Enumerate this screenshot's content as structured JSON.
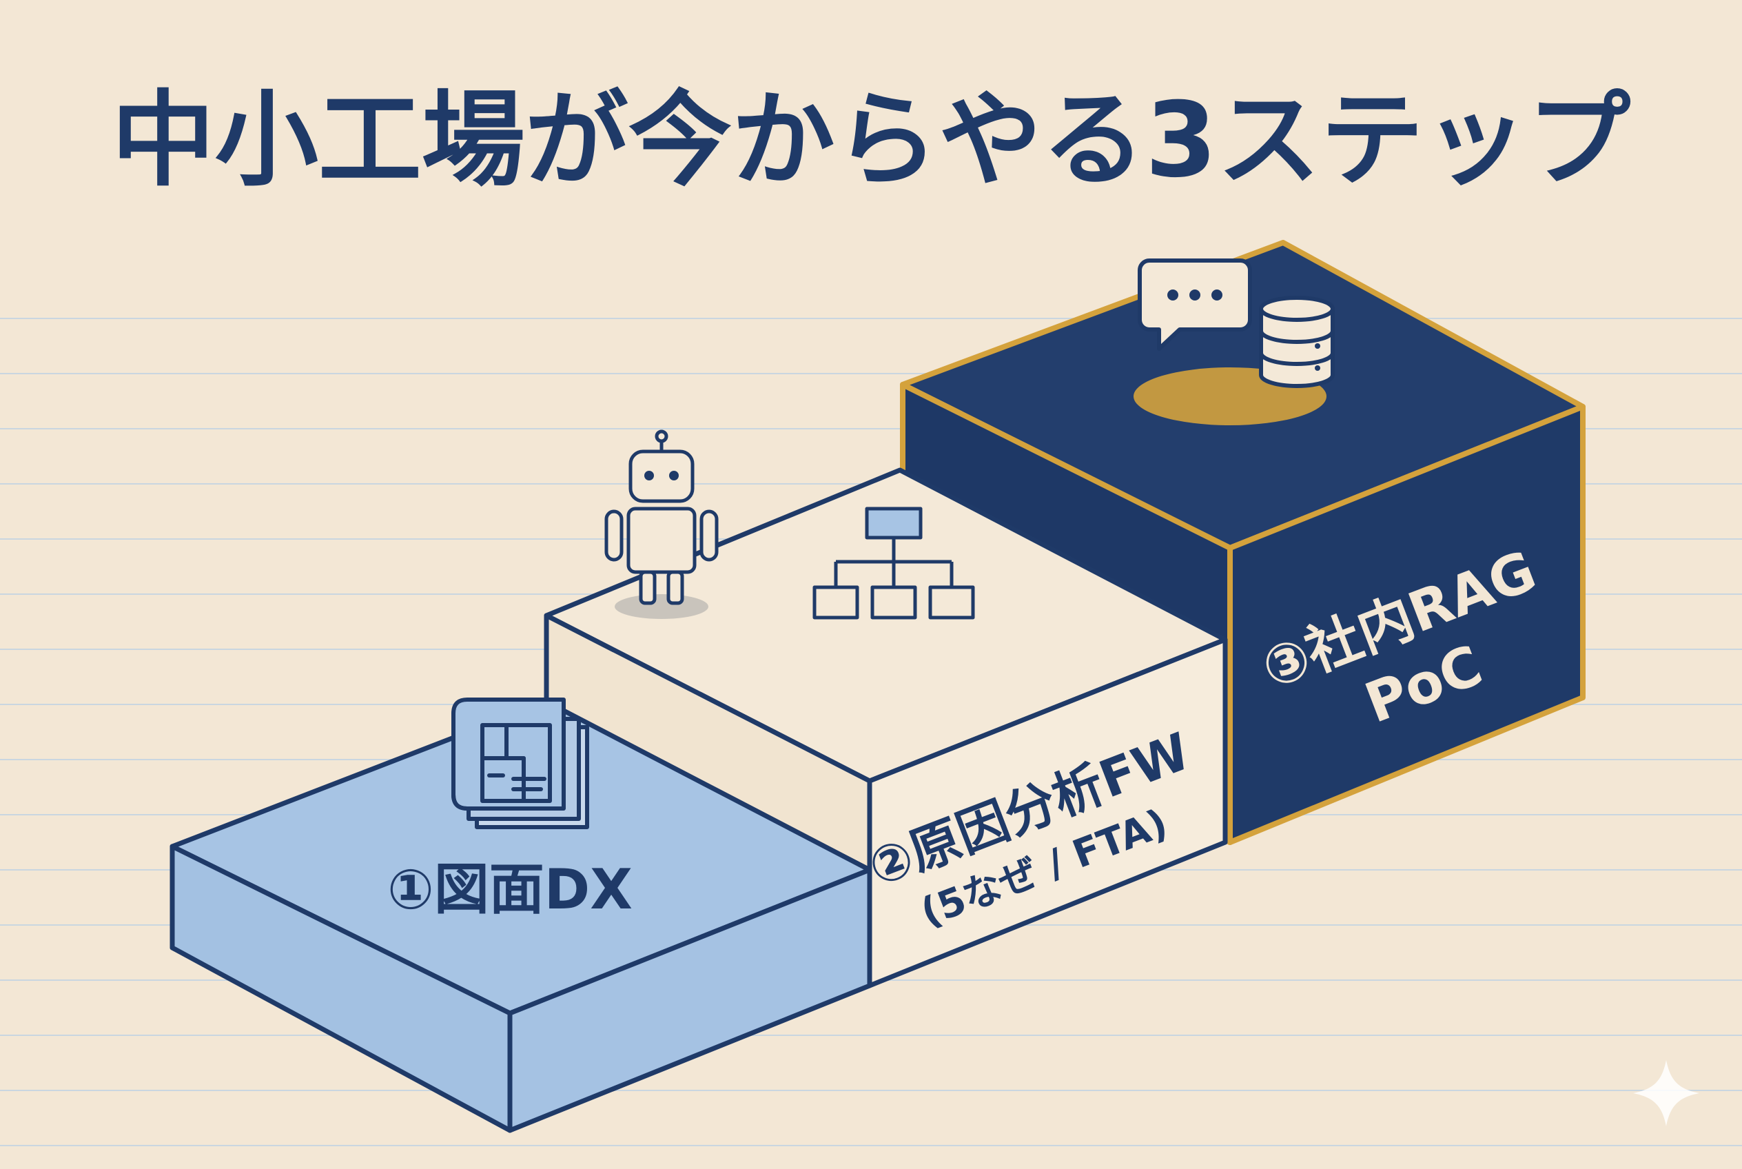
{
  "title": "中小工場が今からやる3ステップ",
  "steps": [
    {
      "label": "①図面DX",
      "icon": "blueprint-icon"
    },
    {
      "label": "②原因分析FW",
      "sublabel": "(5なぜ / FTA)",
      "icons": [
        "robot-icon",
        "hierarchy-chart-icon"
      ]
    },
    {
      "label_line1": "③社内RAG",
      "label_line2": "PoC",
      "icons": [
        "chat-bubble-icon",
        "database-icon"
      ]
    }
  ],
  "colors": {
    "background": "#f3e7d5",
    "navy": "#1f3a68",
    "light_blue": "#a7c4e4",
    "cream": "#f4e9d8",
    "gold": "#d4a23c"
  }
}
